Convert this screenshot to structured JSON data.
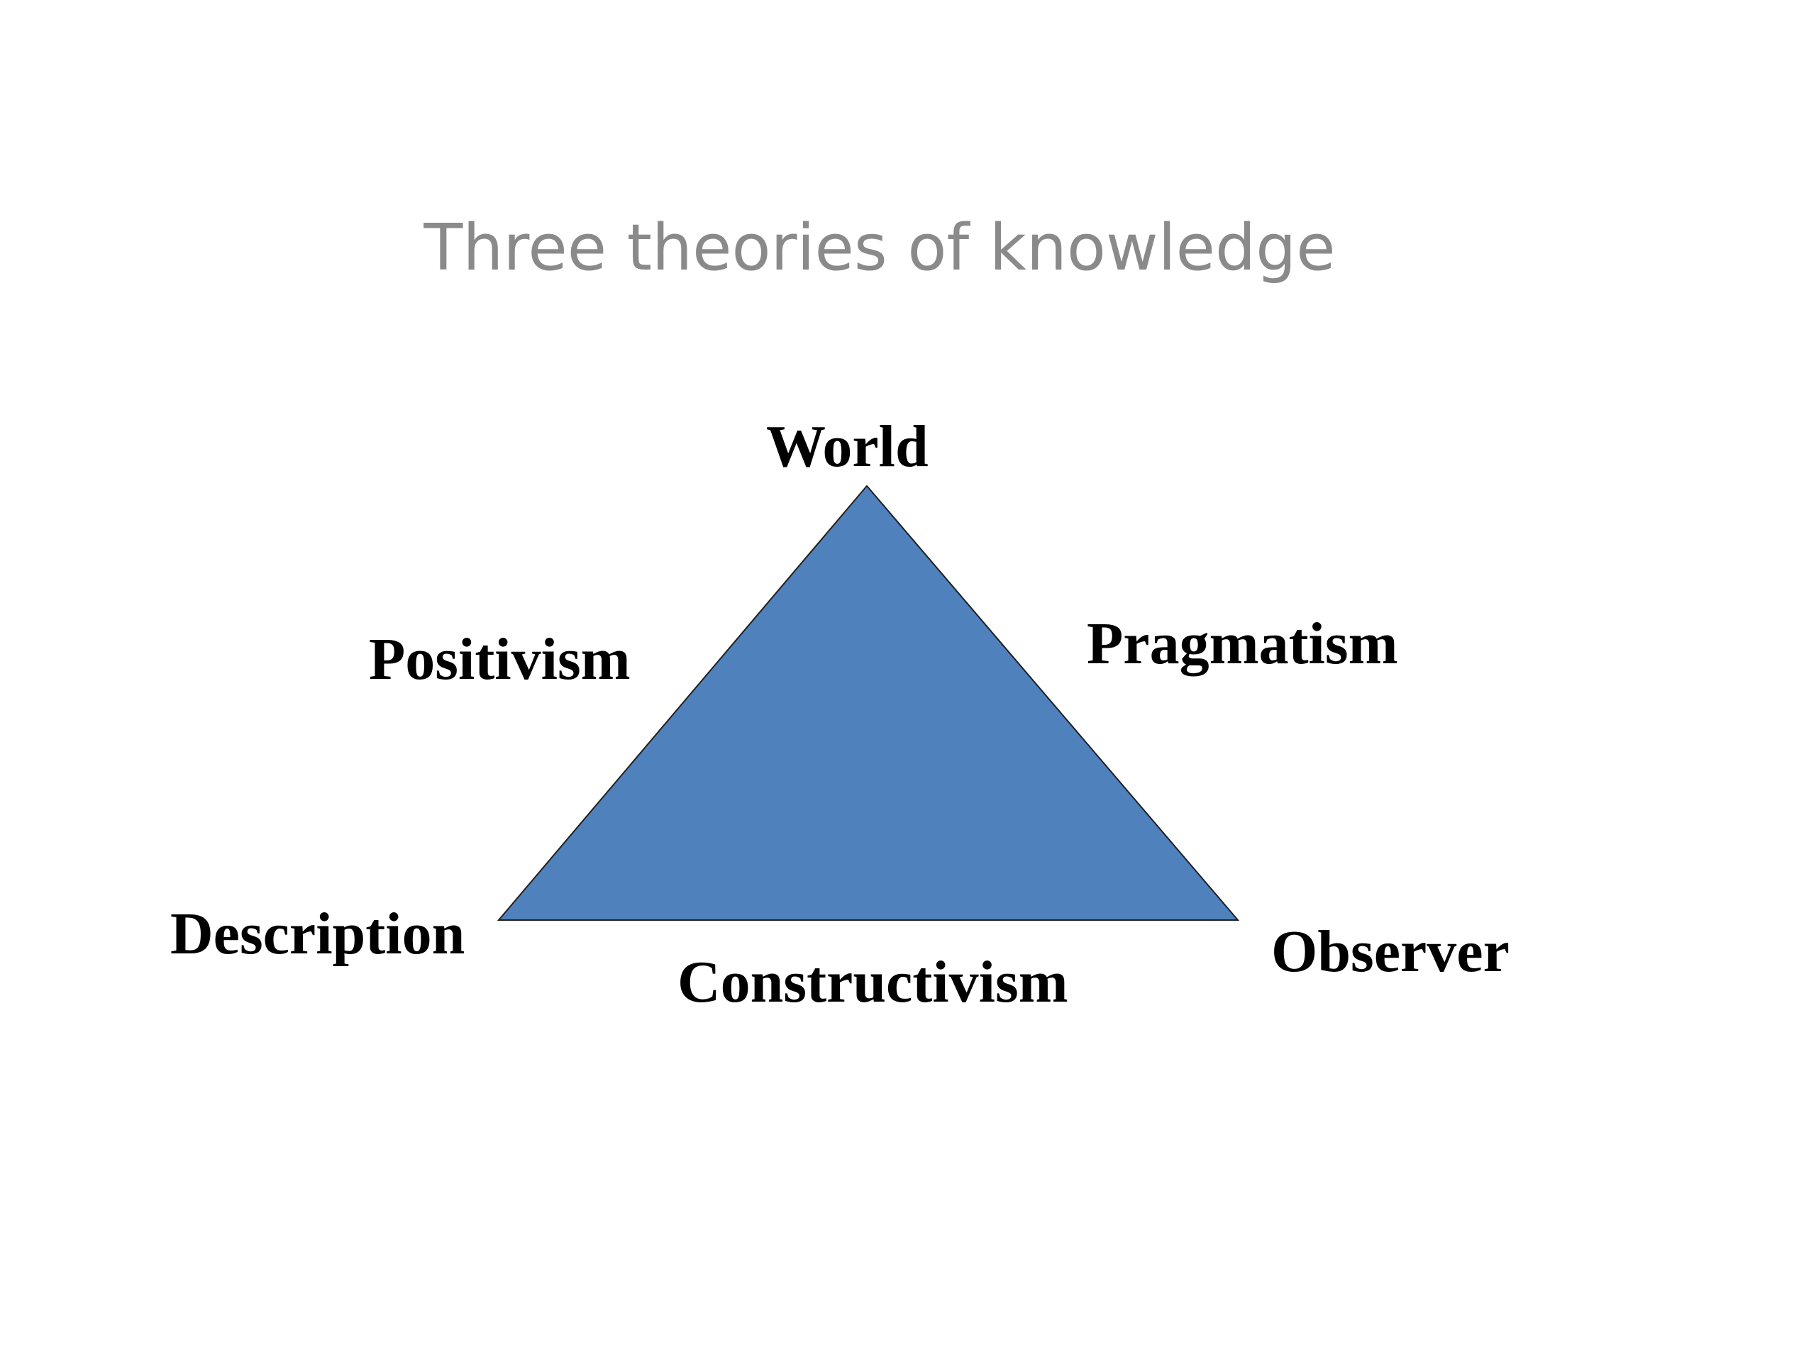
{
  "title": "Three theories of knowledge",
  "diagram": {
    "vertices": {
      "top": "World",
      "bottom_left": "Description",
      "bottom_right": "Observer"
    },
    "edges": {
      "left": "Positivism",
      "right": "Pragmatism",
      "bottom": "Constructivism"
    },
    "colors": {
      "triangle_fill": "#4f81bd",
      "triangle_stroke": "#1f1f1f",
      "title": "#8a8a8a",
      "labels": "#000000"
    }
  }
}
